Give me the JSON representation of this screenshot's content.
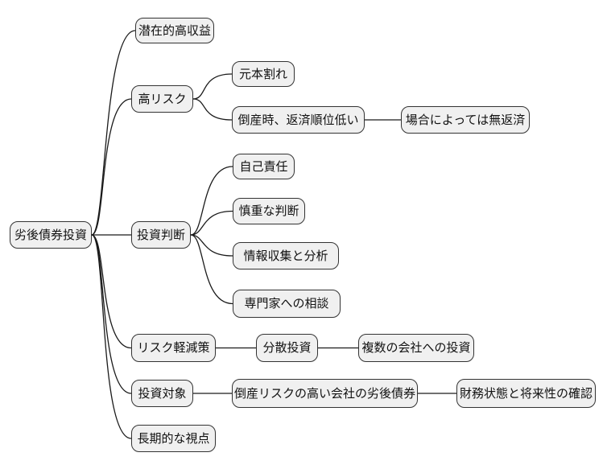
{
  "diagram": {
    "type": "mindmap",
    "background": "#ffffff",
    "node_fill": "#f0f0f0",
    "node_border": "#333333",
    "line_color": "#1a1a1a",
    "text_color": "#111111",
    "root_label": "劣後債券投資",
    "nodes": [
      {
        "id": "root",
        "label": "劣後債券投資",
        "parent": null
      },
      {
        "id": "n1",
        "label": "潜在的高収益",
        "parent": "root"
      },
      {
        "id": "n2",
        "label": "高リスク",
        "parent": "root"
      },
      {
        "id": "n2a",
        "label": "元本割れ",
        "parent": "n2"
      },
      {
        "id": "n2b",
        "label": "倒産時、返済順位低い",
        "parent": "n2"
      },
      {
        "id": "n2b1",
        "label": "場合によっては無返済",
        "parent": "n2b"
      },
      {
        "id": "n3",
        "label": "投資判断",
        "parent": "root"
      },
      {
        "id": "n3a",
        "label": "自己責任",
        "parent": "n3"
      },
      {
        "id": "n3b",
        "label": "慎重な判断",
        "parent": "n3"
      },
      {
        "id": "n3c",
        "label": "情報収集と分析",
        "parent": "n3"
      },
      {
        "id": "n3d",
        "label": "専門家への相談",
        "parent": "n3"
      },
      {
        "id": "n4",
        "label": "リスク軽減策",
        "parent": "root"
      },
      {
        "id": "n4a",
        "label": "分散投資",
        "parent": "n4"
      },
      {
        "id": "n4a1",
        "label": "複数の会社への投資",
        "parent": "n4a"
      },
      {
        "id": "n5",
        "label": "投資対象",
        "parent": "root"
      },
      {
        "id": "n5a",
        "label": "倒産リスクの高い会社の劣後債券",
        "parent": "n5"
      },
      {
        "id": "n5a1",
        "label": "財務状態と将来性の確認",
        "parent": "n5a"
      },
      {
        "id": "n6",
        "label": "長期的な視点",
        "parent": "root"
      }
    ]
  }
}
